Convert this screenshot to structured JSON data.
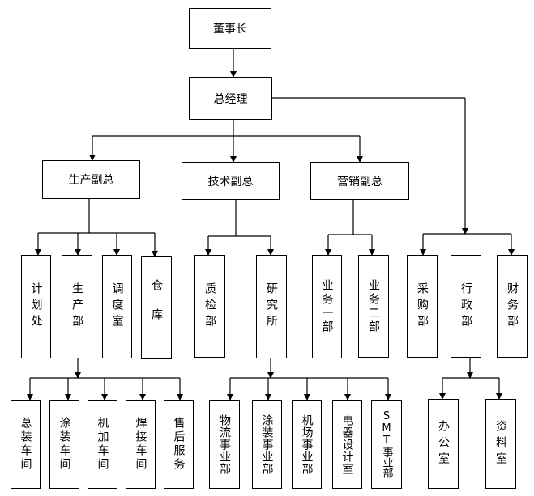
{
  "org_chart": {
    "chairman": "董事长",
    "general_manager": "总经理",
    "vp_production": "生产副总",
    "vp_technology": "技术副总",
    "vp_marketing": "营销副总",
    "production_units": {
      "planning": "计划处",
      "production": "生产部",
      "dispatch": "调度室",
      "warehouse": "仓库"
    },
    "tech_units": {
      "quality": "质检部",
      "research": "研究所"
    },
    "marketing_units": {
      "sales_1": "业务一部",
      "sales_2": "业务二部"
    },
    "gm_units": {
      "purchasing": "采购部",
      "admin": "行政部",
      "finance": "财务部"
    },
    "workshops": {
      "assembly": "总装车间",
      "painting": "涂装车间",
      "machining": "机加车间",
      "welding": "焊接车间",
      "after_sales": "售后服务"
    },
    "research_divisions": {
      "logistics": "物流事业部",
      "coating": "涂装事业部",
      "airport": "机场事业部",
      "electrical": "电器设计室",
      "smt": "SMT事业部"
    },
    "admin_units": {
      "office": "办公室",
      "archives": "资料室"
    }
  }
}
